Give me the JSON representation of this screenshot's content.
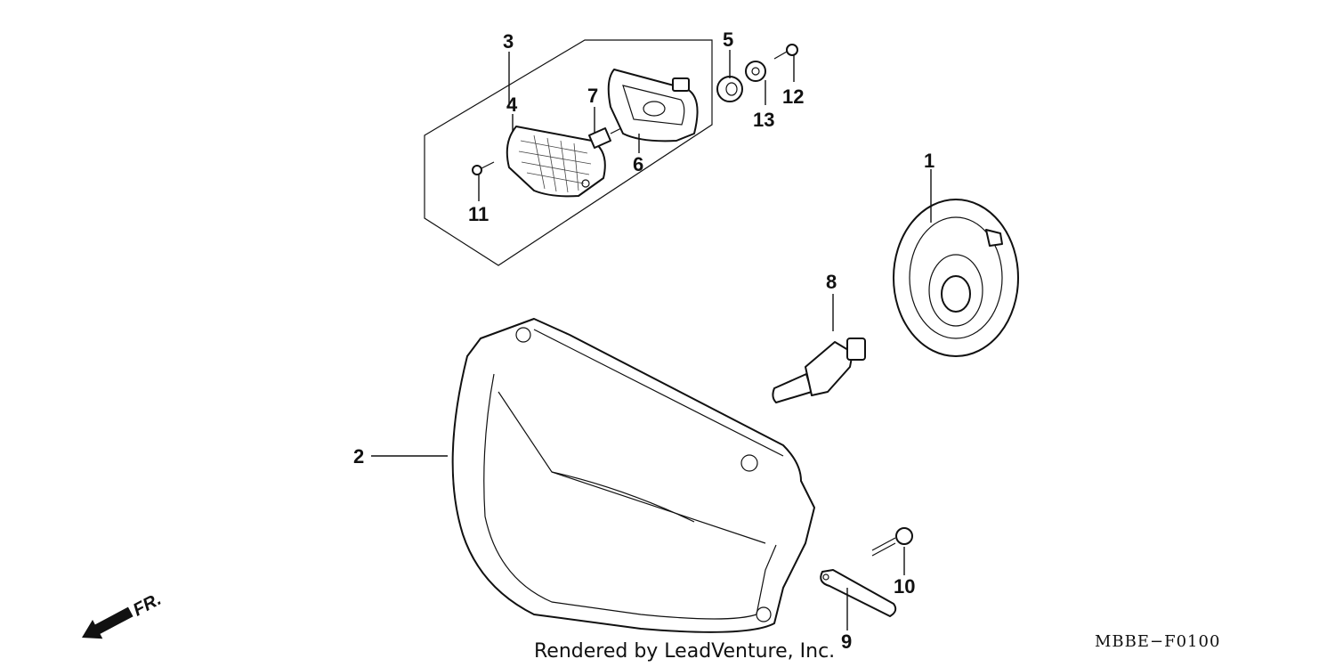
{
  "diagram": {
    "callouts": [
      {
        "id": "c1",
        "label": "1"
      },
      {
        "id": "c2",
        "label": "2"
      },
      {
        "id": "c3",
        "label": "3"
      },
      {
        "id": "c4",
        "label": "4"
      },
      {
        "id": "c5",
        "label": "5"
      },
      {
        "id": "c6",
        "label": "6"
      },
      {
        "id": "c7",
        "label": "7"
      },
      {
        "id": "c8",
        "label": "8"
      },
      {
        "id": "c9",
        "label": "9"
      },
      {
        "id": "c10",
        "label": "10"
      },
      {
        "id": "c11",
        "label": "11"
      },
      {
        "id": "c12",
        "label": "12"
      },
      {
        "id": "c13",
        "label": "13"
      }
    ],
    "direction_label": "FR.",
    "footer_credit": "Rendered by LeadVenture, Inc.",
    "diagram_code": "MBBE−F0100"
  }
}
